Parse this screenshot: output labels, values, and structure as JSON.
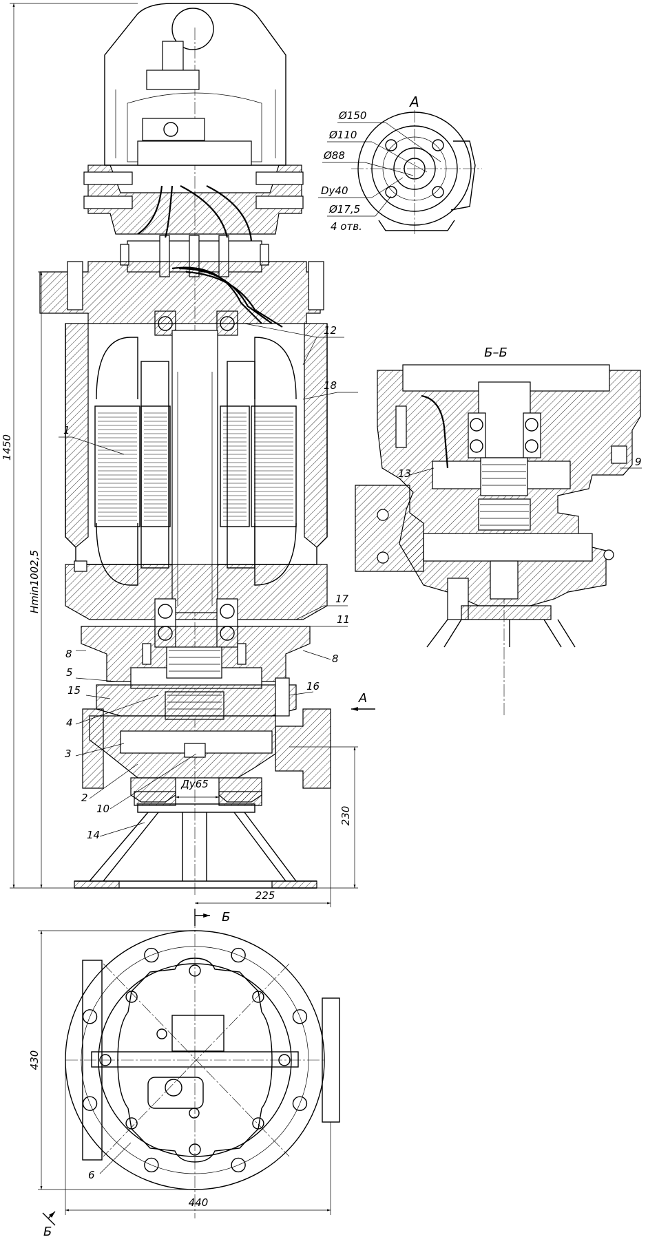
{
  "view_a": {
    "title": "А",
    "dims": [
      "Ø150",
      "Ø110",
      "Ø88",
      "Dy40",
      "Ø17,5",
      "4 отв."
    ]
  },
  "section_bb": {
    "title": "Б–Б"
  },
  "dimensions": {
    "total_height": "1450",
    "hmin": "Hmin1002,5",
    "base_height": "230",
    "outlet_offset": "225",
    "outlet_dn": "Ду65",
    "plan_height": "430",
    "plan_width": "440"
  },
  "section_marks": {
    "b_top": "Б",
    "b_bottom": "Б",
    "arrow_a": "А"
  },
  "part_numbers": {
    "p1": "1",
    "p2": "2",
    "p3": "3",
    "p4": "4",
    "p5": "5",
    "p6": "6",
    "p8_left": "8",
    "p8_right": "8",
    "p9": "9",
    "p10": "10",
    "p11": "11",
    "p12": "12",
    "p13": "13",
    "p14": "14",
    "p15": "15",
    "p16": "16",
    "p17": "17",
    "p18": "18"
  }
}
